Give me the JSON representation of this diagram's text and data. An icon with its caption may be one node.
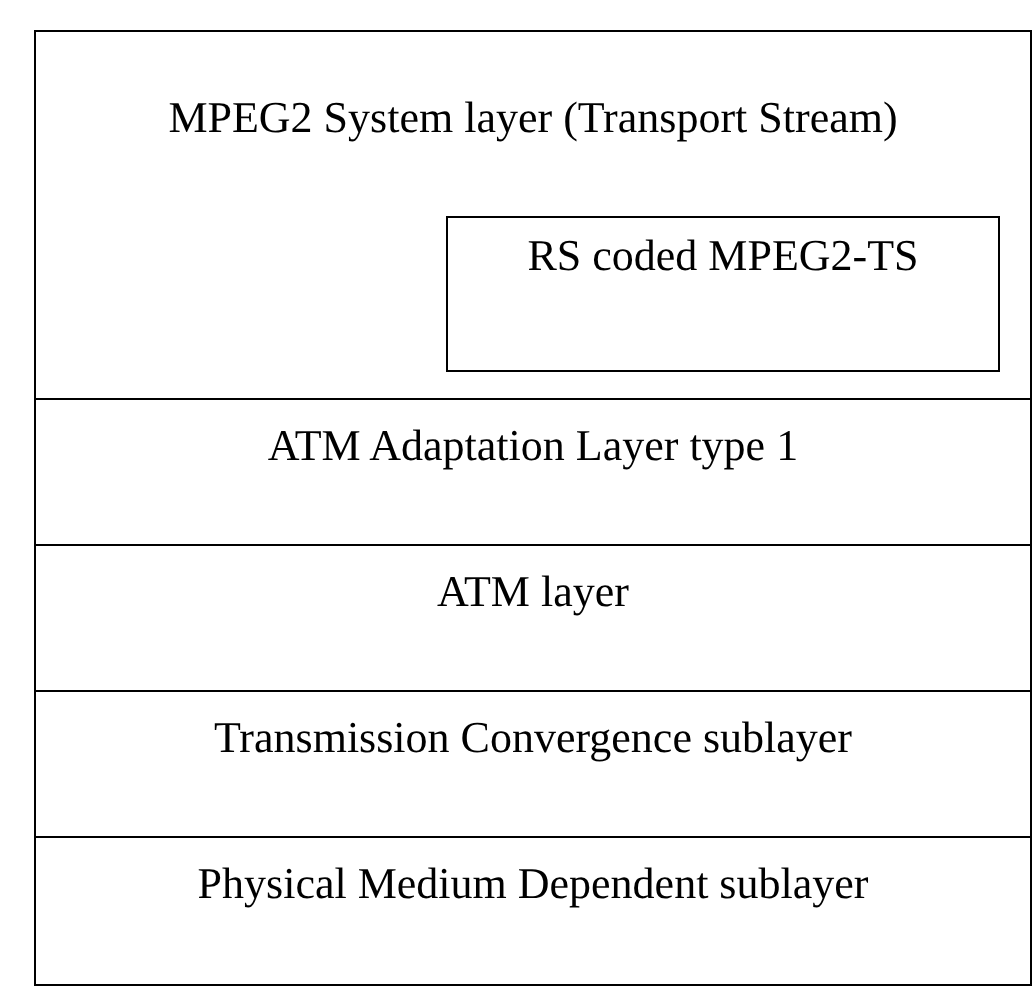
{
  "diagram": {
    "nodes": [
      {
        "text": [
          "MPEG2 System layer (Transport Stream)"
        ]
      },
      {
        "text": [
          "RS coded MPEG2-TS"
        ],
        "in": 0
      },
      {
        "text": [
          "ATM Adaptation Layer type 1"
        ]
      },
      {
        "text": [
          "ATM layer"
        ]
      },
      {
        "text": [
          "Transmission Convergence sublayer"
        ]
      },
      {
        "text": [
          "Physical Medium Dependent sublayer"
        ]
      }
    ]
  }
}
